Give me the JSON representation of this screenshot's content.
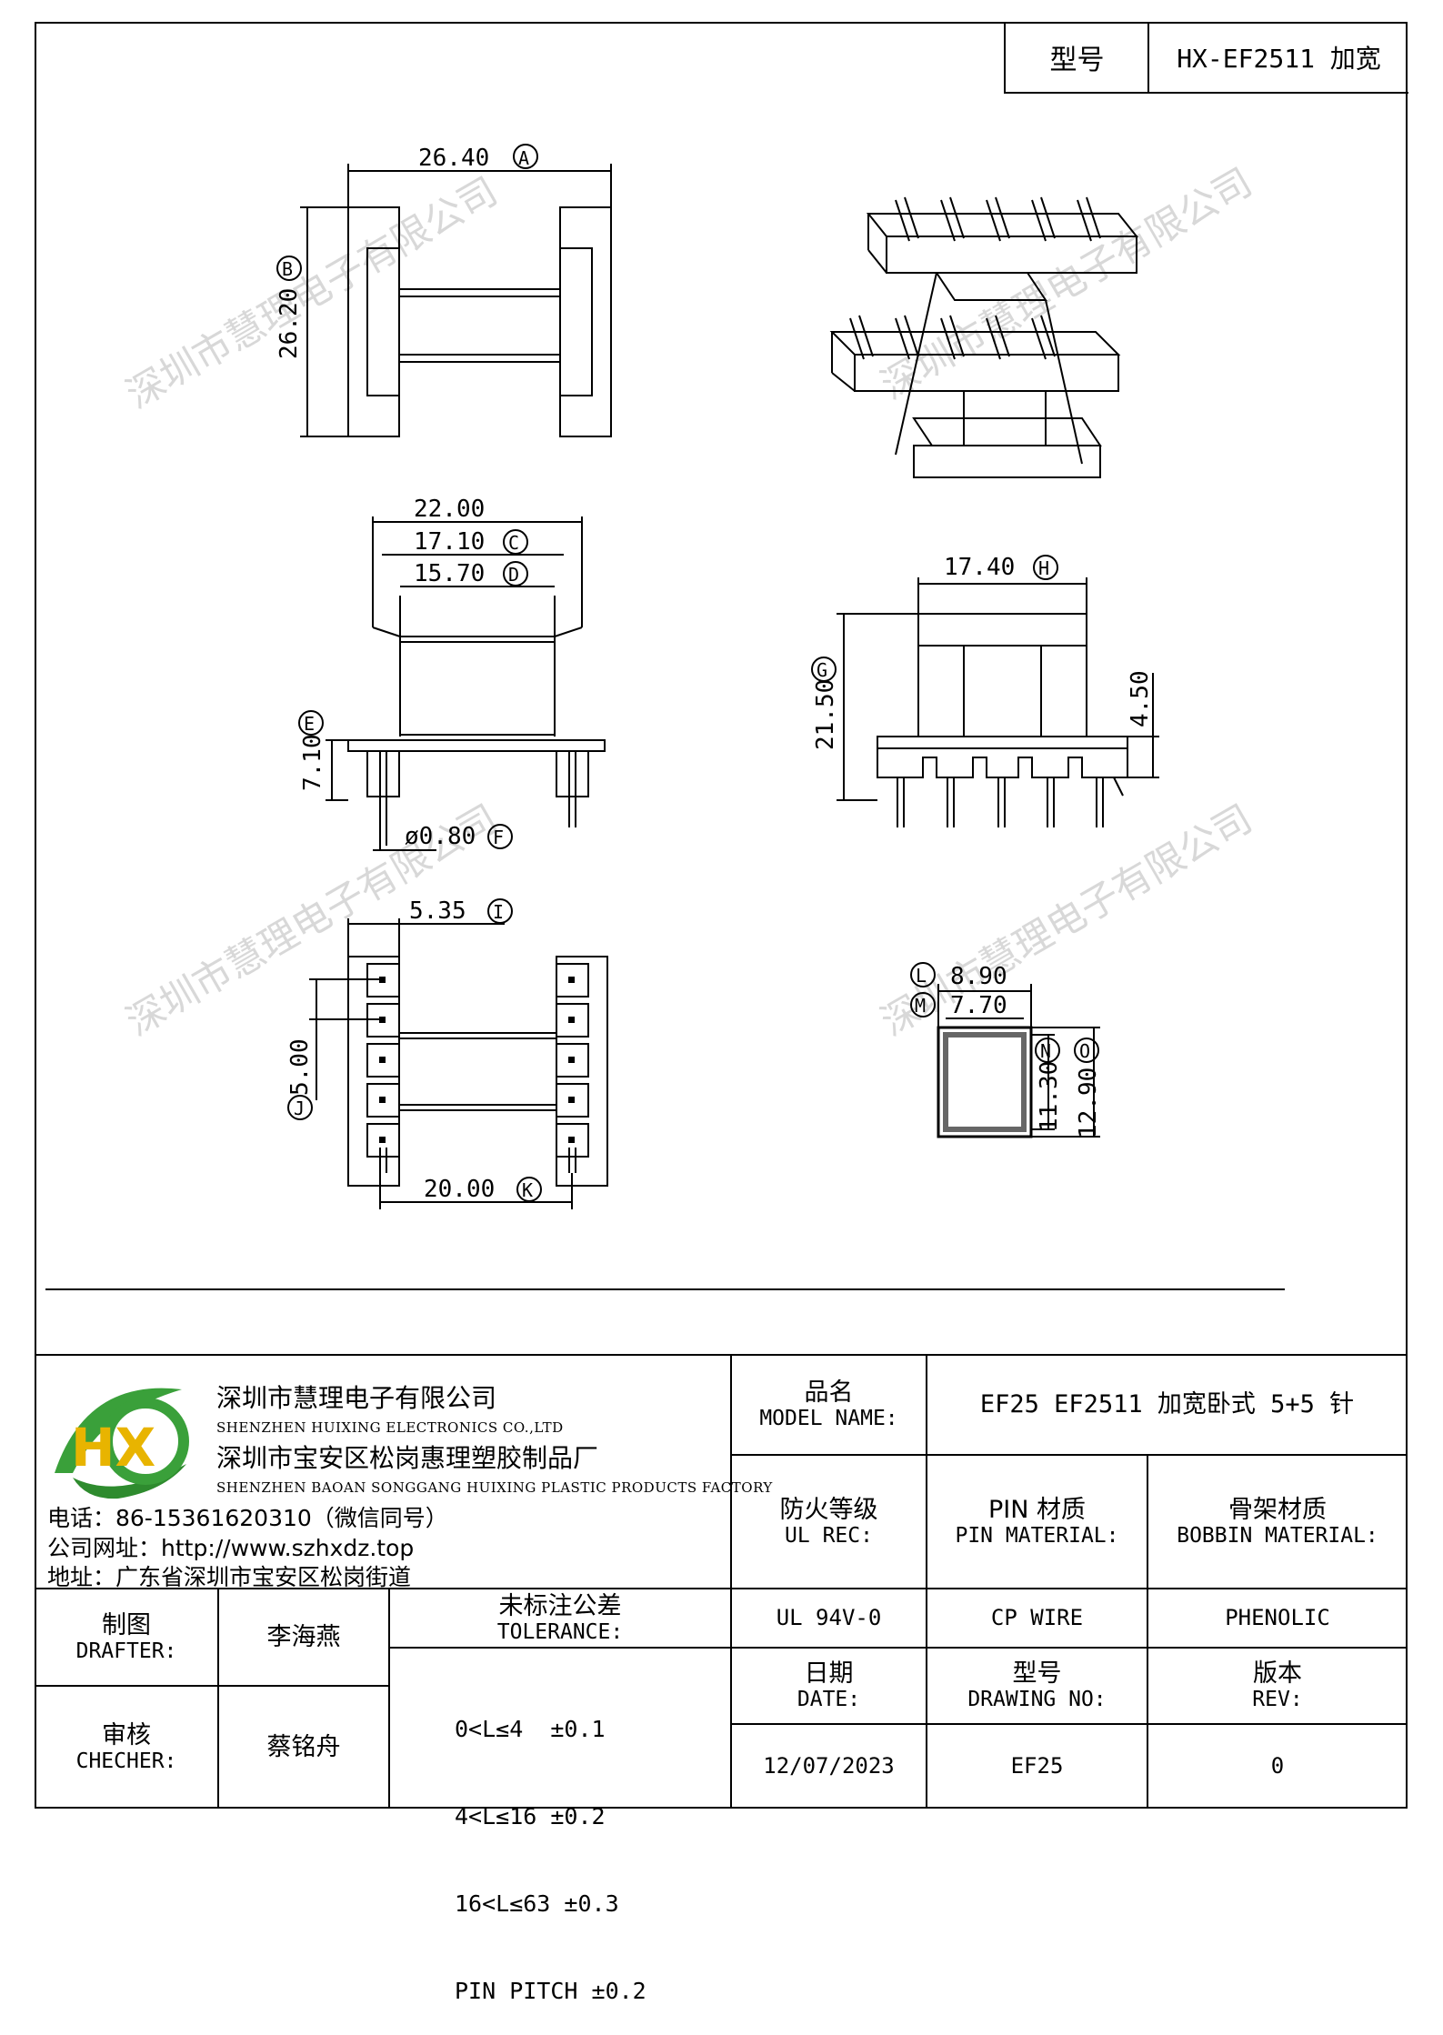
{
  "header": {
    "model_label": "型号",
    "model_value": "HX-EF2511 加宽"
  },
  "dimensions": {
    "A": {
      "value": "26.40",
      "label": "A"
    },
    "B": {
      "value": "26.20",
      "label": "B"
    },
    "total_width": "22.00",
    "C": {
      "value": "17.10",
      "label": "C"
    },
    "D": {
      "value": "15.70",
      "label": "D"
    },
    "E": {
      "value": "7.10",
      "label": "E"
    },
    "F": {
      "value": "ø0.80",
      "label": "F"
    },
    "H": {
      "value": "17.40",
      "label": "H"
    },
    "G": {
      "value": "21.50",
      "label": "G"
    },
    "flange_height": "4.50",
    "I": {
      "value": "5.35",
      "label": "I"
    },
    "J": {
      "value": "5.00",
      "label": "J"
    },
    "K": {
      "value": "20.00",
      "label": "K"
    },
    "L": {
      "value": "8.90",
      "label": "L"
    },
    "M": {
      "value": "7.70",
      "label": "M"
    },
    "N": {
      "value": "11.30",
      "label": "N"
    },
    "O": {
      "value": "12.90",
      "label": "O"
    }
  },
  "watermark": "深圳市慧理电子有限公司",
  "company": {
    "logo_text": "HX",
    "name_cn": "深圳市慧理电子有限公司",
    "name_en": "SHENZHEN HUIXING ELECTRONICS CO.,LTD",
    "factory_cn": "深圳市宝安区松岗惠理塑胶制品厂",
    "factory_en": "SHENZHEN BAOAN SONGGANG HUIXING PLASTIC PRODUCTS FACTORY",
    "phone": "电话：86-15361620310（微信同号）",
    "website": "公司网址：http://www.szhxdz.top",
    "address": "地址：广东省深圳市宝安区松岗街道"
  },
  "title_block": {
    "model_name_cn": "品名",
    "model_name_en": "MODEL NAME:",
    "model_name_value": "EF25 EF2511 加宽卧式 5+5 针",
    "ul_cn": "防火等级",
    "ul_en": "UL REC:",
    "pin_cn": "PIN 材质",
    "pin_en": "PIN MATERIAL:",
    "bobbin_cn": "骨架材质",
    "bobbin_en": "BOBBIN MATERIAL:",
    "ul_value": "UL 94V-0",
    "pin_value": "CP WIRE",
    "bobbin_value": "PHENOLIC",
    "date_cn": "日期",
    "date_en": "DATE:",
    "drawing_cn": "型号",
    "drawing_en": "DRAWING NO:",
    "rev_cn": "版本",
    "rev_en": "REV:",
    "date_value": "12/07/2023",
    "drawing_value": "EF25",
    "rev_value": "0",
    "drafter_cn": "制图",
    "drafter_en": "DRAFTER:",
    "drafter_value": "李海燕",
    "checker_cn": "审核",
    "checker_en": "CHECHER:",
    "checker_value": "蔡铭舟",
    "tolerance_cn": "未标注公差",
    "tolerance_en": "TOLERANCE:",
    "tolerance_lines": [
      "0<L≤4  ±0.1",
      "4<L≤16 ±0.2",
      "16<L≤63 ±0.3",
      "PIN PITCH ±0.2"
    ]
  }
}
